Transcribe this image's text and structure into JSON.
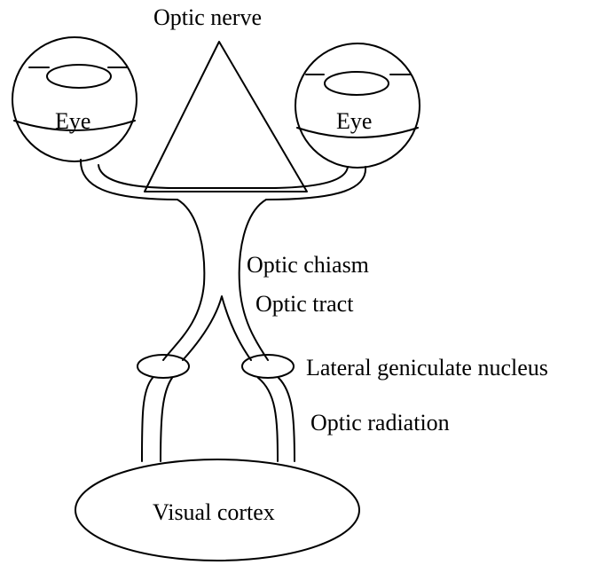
{
  "labels": {
    "optic_nerve": "Optic nerve",
    "eye_left": "Eye",
    "eye_right": "Eye",
    "optic_chiasm": "Optic chiasm",
    "optic_tract": "Optic tract",
    "lgn": "Lateral geniculate nucleus",
    "optic_radiation": "Optic radiation",
    "visual_cortex": "Visual cortex"
  },
  "colors": {
    "stroke": "#000000",
    "background": "#ffffff"
  }
}
